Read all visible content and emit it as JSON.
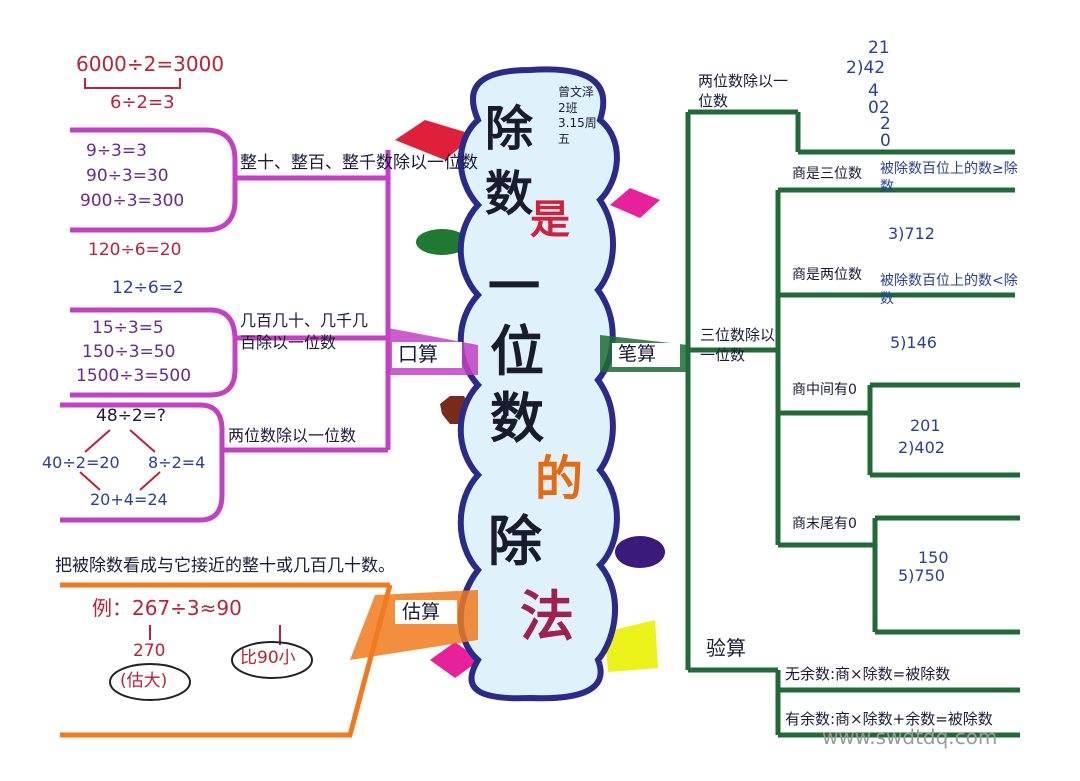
{
  "title_chars": [
    "除",
    "数",
    "是",
    "一",
    "位",
    "数",
    "的",
    "除",
    "法"
  ],
  "author": "曾文泽 2班 3.15周五",
  "oral": {
    "label": "口算",
    "top_eq": "6000÷2=3000",
    "top_eq_sub": "6÷2=3",
    "g1_label": "整十、整百、整千数除以一位数",
    "g1_items": [
      "9÷3=3",
      "90÷3=30",
      "900÷3=300"
    ],
    "g2_items": [
      "120÷6=20",
      "12÷6=2"
    ],
    "g3_label": "几百几十、几千几百除以一位数",
    "g3_items": [
      "15÷3=5",
      "150÷3=50",
      "1500÷3=500"
    ],
    "g4_label": "两位数除以一位数",
    "g4_items": [
      "48÷2=?",
      "40÷2=20",
      "8÷2=4",
      "20+4=24"
    ]
  },
  "estimate": {
    "label": "估算",
    "rule": "把被除数看成与它接近的整十或几百几十数。",
    "example": "例：267÷3≈90",
    "note1": "270",
    "note2": "(估大)",
    "note3": "比90小"
  },
  "written": {
    "label": "笔算",
    "b1_label": "两位数除以一位数",
    "b1_calc": [
      "21",
      "2)42",
      "4",
      "02",
      "2",
      "0"
    ],
    "b2_label": "三位数除以一位数",
    "s1_label": "商是三位数",
    "s1_rule": "被除数百位上的数≥除数",
    "s1_ex": "3)712",
    "s2_label": "商是两位数",
    "s2_rule": "被除数百位上的数<除数",
    "s2_ex": "5)146",
    "s3_label": "商中间有0",
    "s3_ex": [
      "201",
      "2)402"
    ],
    "s4_label": "商末尾有0",
    "s4_ex": [
      "150",
      "5)750"
    ],
    "check_label": "验算",
    "check1": "无余数:商×除数=被除数",
    "check2": "有余数:商×除数+余数=被除数"
  },
  "watermark": "www.swdtdq.com",
  "colors": {
    "oral_branch": "#c43fc4",
    "written_branch": "#1e6b35",
    "estimate_branch": "#f07a1c",
    "title_outline": "#2a2a8a",
    "title_fill": "#dff2fb"
  }
}
